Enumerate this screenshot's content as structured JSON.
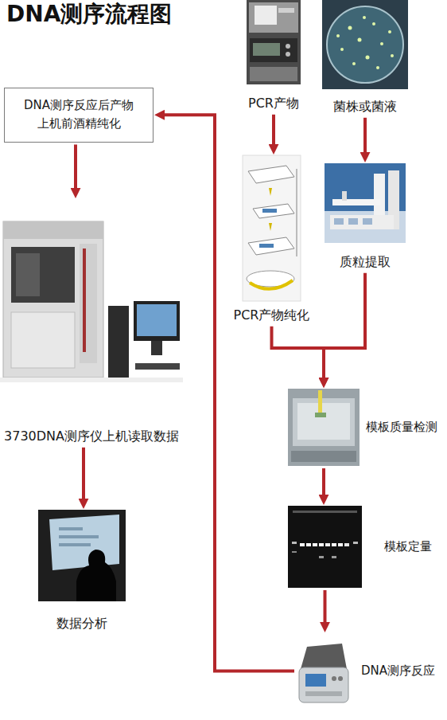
{
  "diagram": {
    "title": "DNA测序流程图",
    "nodes": [
      {
        "text": [
          "PCR产物"
        ]
      },
      {
        "text": [
          "菌株或菌液"
        ]
      },
      {
        "text": [
          "DNA测序反应后产物 上机前酒精纯化"
        ]
      },
      {
        "text": [
          "PCR产物纯化"
        ]
      },
      {
        "text": [
          "质粒提取"
        ]
      },
      {
        "text": [
          "模板质量检测"
        ]
      },
      {
        "text": [
          "模板定量"
        ]
      },
      {
        "text": [
          "DNA测序反应"
        ]
      },
      {
        "text": [
          "3730DNA测序仪上机读取数据"
        ]
      },
      {
        "text": [
          "数据分析"
        ]
      }
    ],
    "edges": [
      {
        "from": 0,
        "to": 3,
        "arrow": "to"
      },
      {
        "from": 1,
        "to": 4,
        "arrow": "to"
      },
      {
        "from": 3,
        "to": 5,
        "arrow": "to"
      },
      {
        "from": 4,
        "to": 5,
        "arrow": "to"
      },
      {
        "from": 5,
        "to": 6,
        "arrow": "to"
      },
      {
        "from": 6,
        "to": 7,
        "arrow": "to"
      },
      {
        "from": 7,
        "to": 2,
        "arrow": "to"
      },
      {
        "from": 2,
        "to": 8,
        "arrow": "to"
      },
      {
        "from": 8,
        "to": 9,
        "arrow": "to"
      }
    ]
  }
}
